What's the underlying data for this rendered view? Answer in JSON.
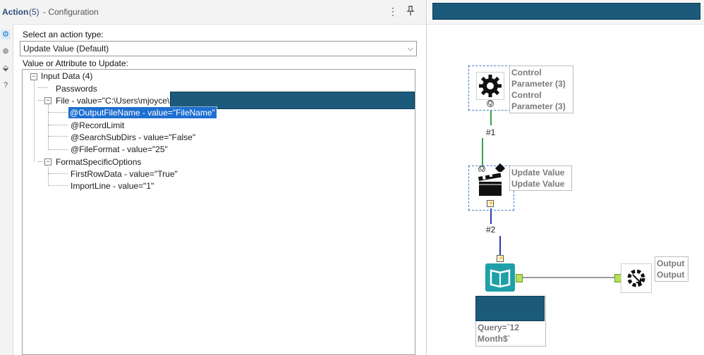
{
  "panel": {
    "title": "Action",
    "count": "(5)",
    "subtitle": "- Configuration",
    "menu_icon": "⋮",
    "pin_icon": "📌"
  },
  "rail": [
    "gear-icon",
    "action-icon",
    "tag-icon",
    "help-icon"
  ],
  "form": {
    "action_type_label": "Select an action type:",
    "action_type_value": "Update Value (Default)",
    "value_label": "Value or Attribute to Update:"
  },
  "tree": {
    "input_data": "Input Data (4)",
    "passwords": "Passwords",
    "file": "File - value=\"C:\\Users\\mjoyce\\",
    "output_file_name": "@OutputFileName - value=\"FileName\"",
    "record_limit": "@RecordLimit",
    "search_sub_dirs": "@SearchSubDirs - value=\"False\"",
    "file_format": "@FileFormat - value=\"25\"",
    "format_specific": "FormatSpecificOptions",
    "first_row_data": "FirstRowData - value=\"True\"",
    "import_line": "ImportLine - value=\"1\""
  },
  "canvas": {
    "control_param_label": "Control Parameter (3) Control Parameter (3)",
    "conn1": "#1",
    "update_value_label": "Update Value Update Value",
    "conn2": "#2",
    "input_query_label": "Query=`12 Month$`",
    "output_label": "Output Output"
  },
  "colors": {
    "accent": "#1f6fd1",
    "redaction": "#1b5a7a",
    "input_tool": "#1fa0a8",
    "connector_green": "#3aa048",
    "connector_blue": "#2b3bb0"
  }
}
